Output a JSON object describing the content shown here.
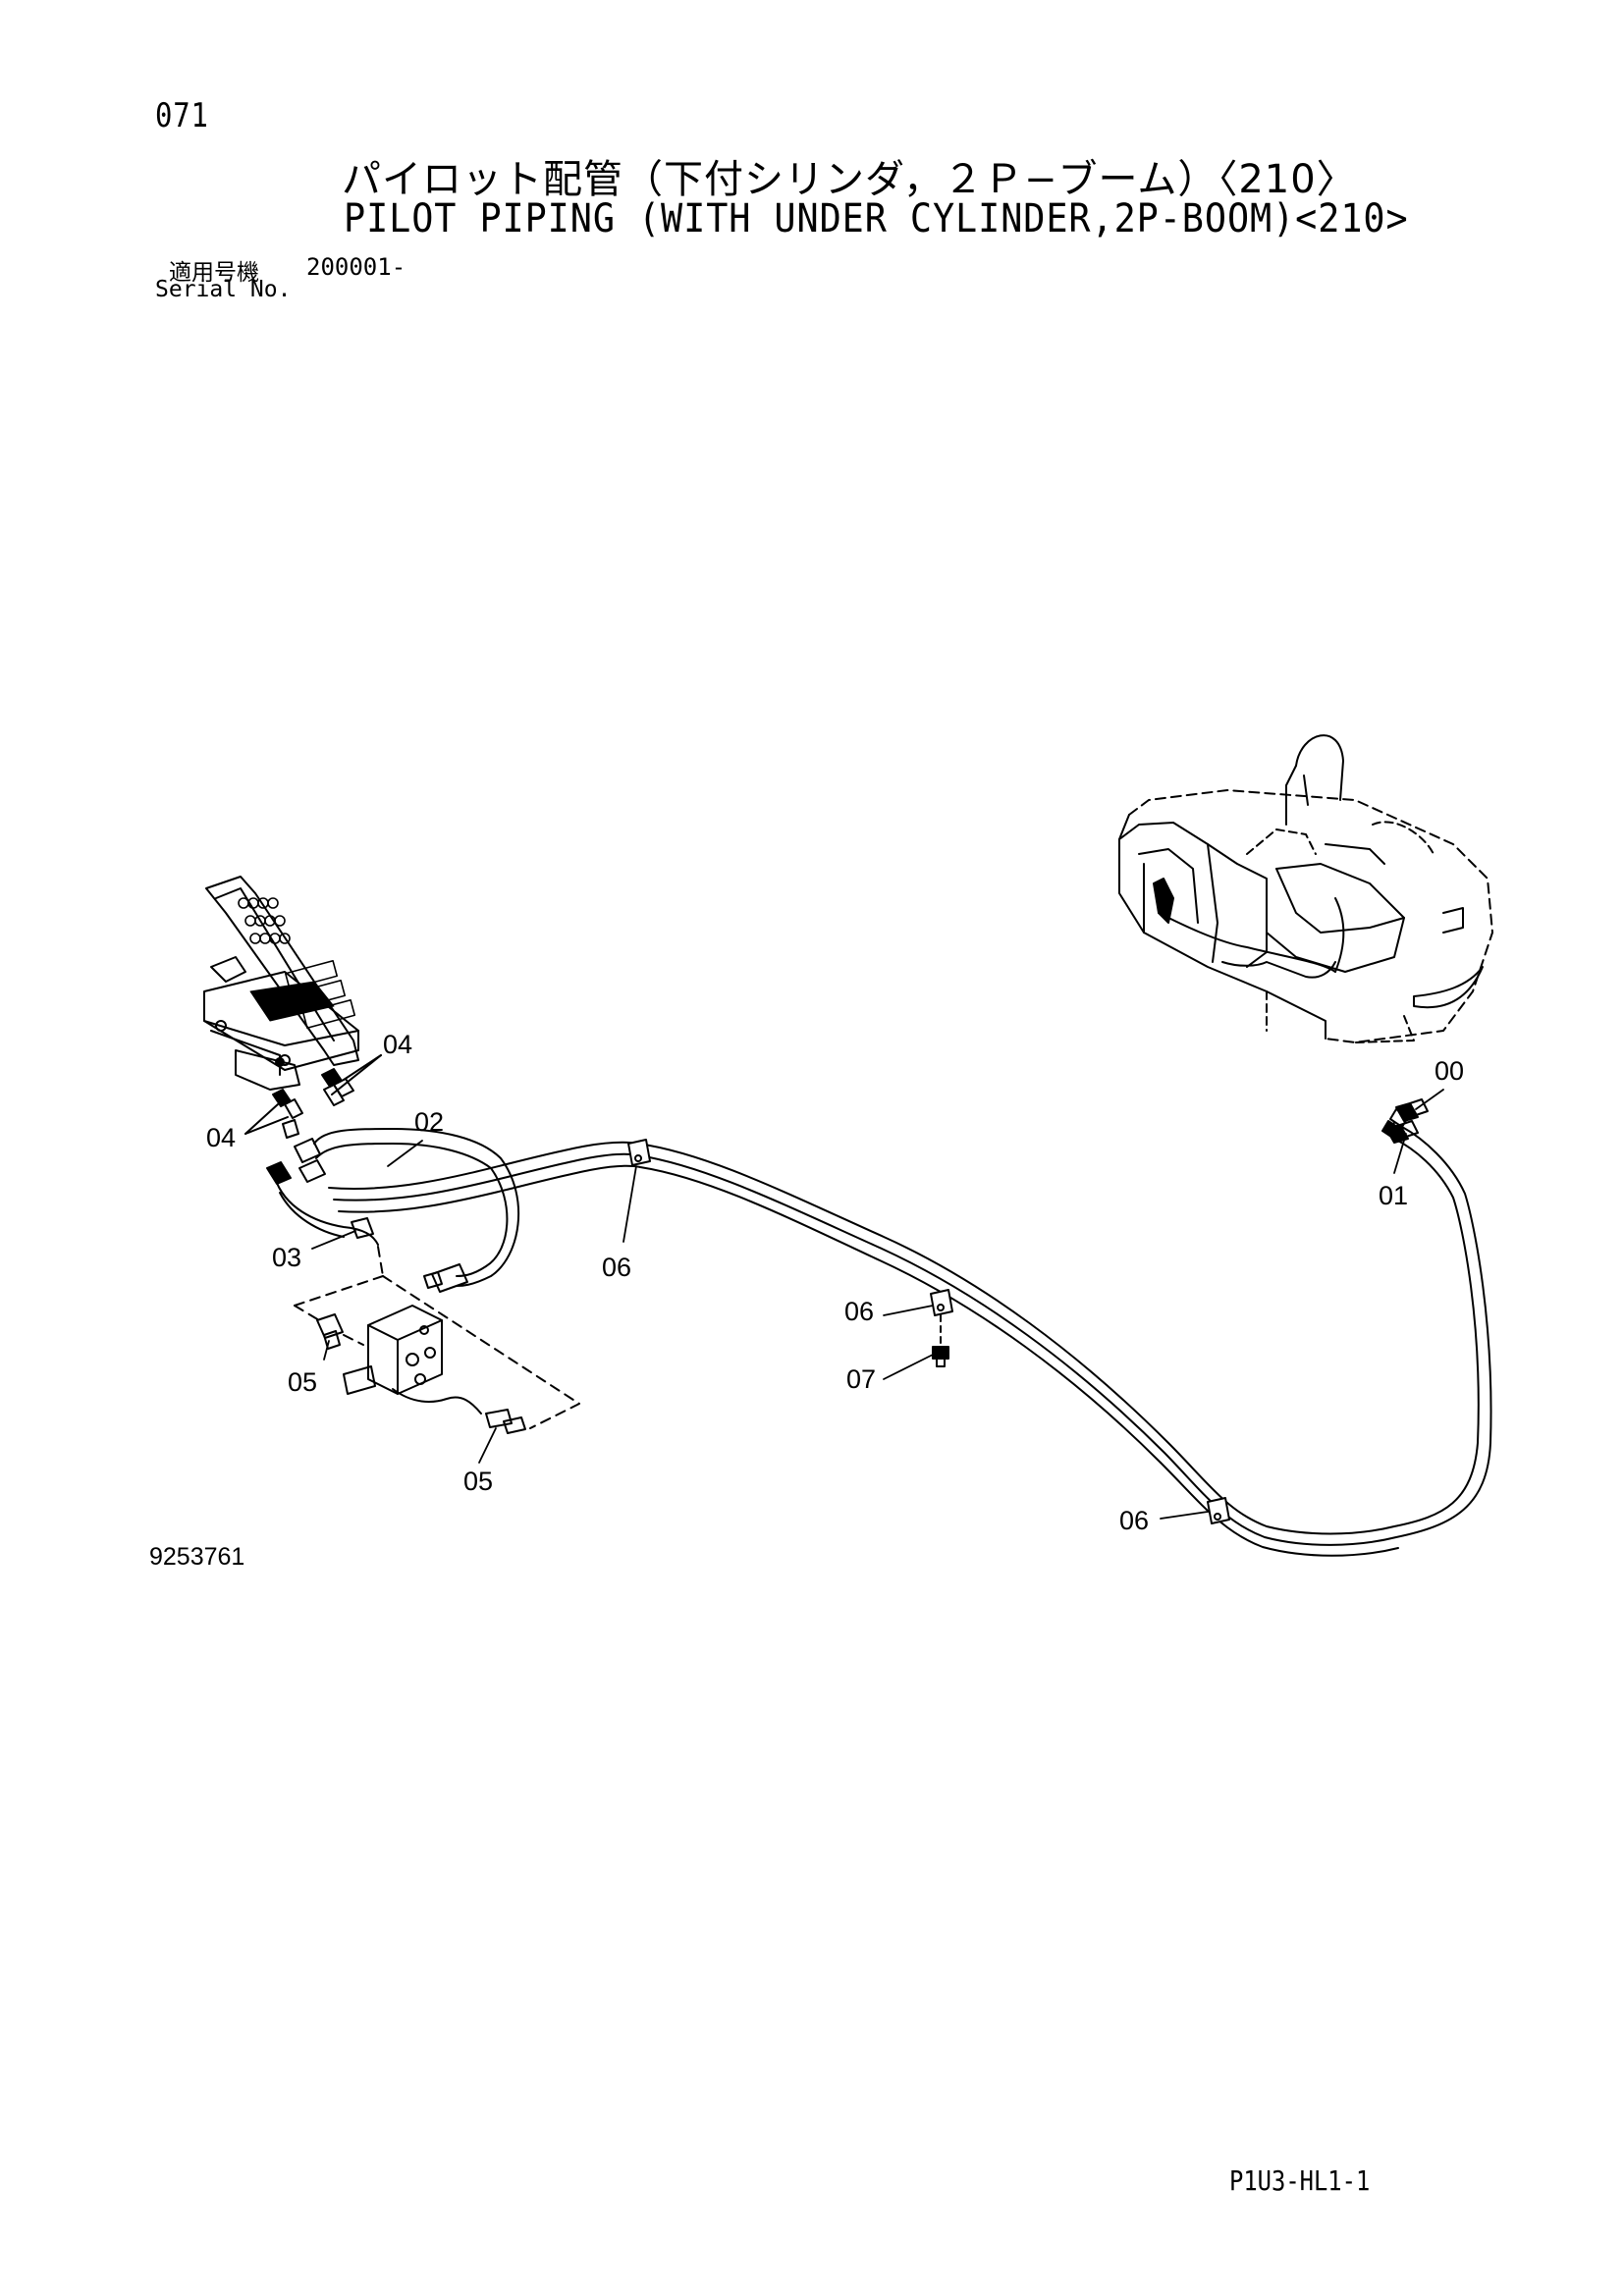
{
  "header": {
    "page_number": "071",
    "title_jp": "パイロット配管（下付シリンダ，２Ｐ−ブーム）〈210〉",
    "title_en": "PILOT PIPING (WITH UNDER CYLINDER,2P-BOOM)<210>",
    "serial_label_jp": "適用号機",
    "serial_value": "200001-",
    "serial_label_en": "Serial No."
  },
  "callouts": {
    "c00": "00",
    "c01": "01",
    "c02": "02",
    "c03": "03",
    "c04a": "04",
    "c04b": "04",
    "c05a": "05",
    "c05b": "05",
    "c06a": "06",
    "c06b": "06",
    "c06c": "06",
    "c07": "07"
  },
  "footer": {
    "drawing_number": "9253761",
    "sheet_code": "P1U3-HL1-1"
  },
  "colors": {
    "ink": "#000000",
    "paper": "#ffffff"
  }
}
